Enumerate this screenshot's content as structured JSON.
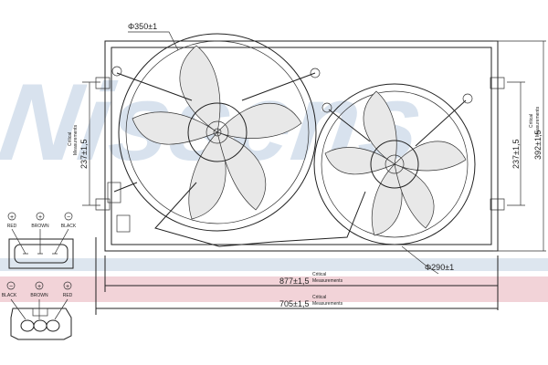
{
  "watermark": "Nissens",
  "colors": {
    "watermark_blue": "#c9d8e8",
    "band_pink": "#f2d3d8",
    "line": "#222222"
  },
  "dimensions": {
    "big_fan_diameter": "Φ350±1",
    "small_fan_diameter": "Φ290±1",
    "width_inner": "877±1,5",
    "width_outer": "705±1,5",
    "height_left": "237±1,5",
    "height_right": "237±1,5",
    "height_total": "392±1,5",
    "critical_line1": "Critical",
    "critical_line2": "Measurements"
  },
  "connector_male": {
    "pins": [
      {
        "polarity": "+",
        "color": "RED"
      },
      {
        "polarity": "+",
        "color": "BROWN"
      },
      {
        "polarity": "−",
        "color": "BLACK"
      }
    ]
  },
  "connector_female": {
    "pins": [
      {
        "polarity": "−",
        "color": "BLACK"
      },
      {
        "polarity": "+",
        "color": "BROWN"
      },
      {
        "polarity": "+",
        "color": "RED"
      }
    ]
  }
}
